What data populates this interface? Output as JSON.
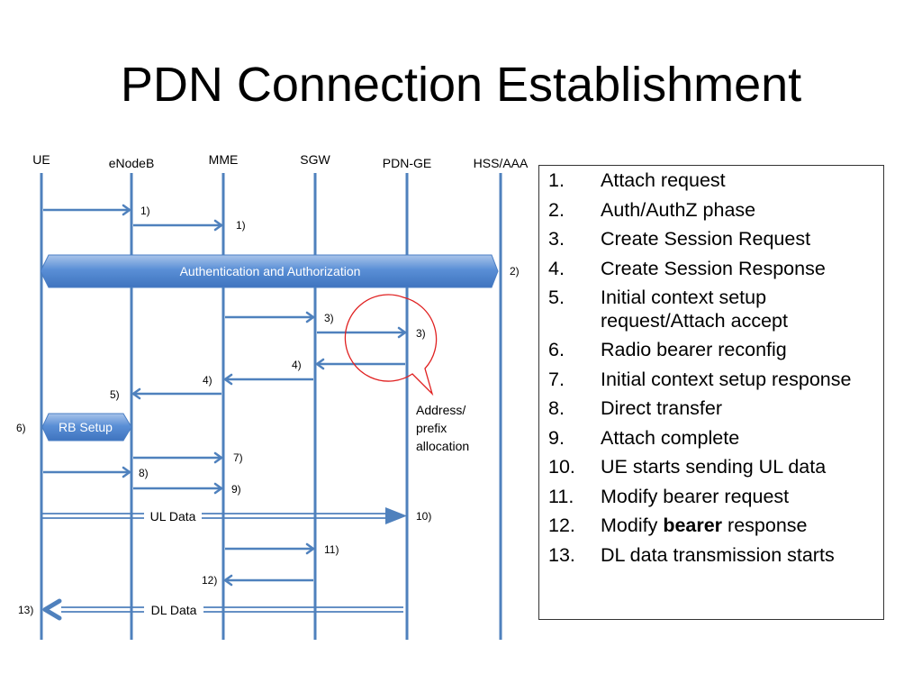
{
  "title": "PDN Connection Establishment",
  "entities": [
    "UE",
    "eNodeB",
    "MME",
    "SGW",
    "PDN-GE",
    "HSS/AAA"
  ],
  "band_auth": "Authentication and Authorization",
  "band_rb": "RB Setup",
  "messages": [
    {
      "label": "1)",
      "from": 0,
      "to": 1
    },
    {
      "label": "1)",
      "from": 1,
      "to": 2
    },
    {
      "label": "2)"
    },
    {
      "label": "3)",
      "from": 2,
      "to": 3
    },
    {
      "label": "3)",
      "from": 3,
      "to": 4
    },
    {
      "label": "4)",
      "from": 4,
      "to": 3
    },
    {
      "label": "4)",
      "from": 3,
      "to": 2
    },
    {
      "label": "5)",
      "from": 2,
      "to": 1
    },
    {
      "label": "6)"
    },
    {
      "label": "7)",
      "from": 1,
      "to": 2
    },
    {
      "label": "8)",
      "from": 0,
      "to": 1
    },
    {
      "label": "9)",
      "from": 1,
      "to": 2
    },
    {
      "label": "10)",
      "from": 0,
      "to": 4
    },
    {
      "label": "11)",
      "from": 2,
      "to": 3
    },
    {
      "label": "12)",
      "from": 3,
      "to": 2
    },
    {
      "label": "13)",
      "from": 4,
      "to": 0
    }
  ],
  "ul_data": "UL Data",
  "dl_data": "DL Data",
  "callout": [
    "Address/",
    "prefix",
    "allocation"
  ],
  "colors": {
    "line": "#4f81bd",
    "band": "#4f81bd",
    "callout": "#e02020"
  },
  "legend": [
    {
      "num": "1.",
      "text": "Attach request"
    },
    {
      "num": "2.",
      "text": "Auth/AuthZ phase"
    },
    {
      "num": "3.",
      "text": "Create Session Request"
    },
    {
      "num": "4.",
      "text": "Create Session Response"
    },
    {
      "num": "5.",
      "text": "Initial context setup request/Attach accept"
    },
    {
      "num": "6.",
      "text": "Radio bearer reconfig"
    },
    {
      "num": "7.",
      "text": "Initial context setup response"
    },
    {
      "num": "8.",
      "text": "Direct transfer"
    },
    {
      "num": "9.",
      "text": "Attach complete"
    },
    {
      "num": "10.",
      "text": "UE starts sending UL data"
    },
    {
      "num": "11.",
      "text": "Modify bearer request"
    },
    {
      "num": "12.",
      "text_pre": "Modify ",
      "text_bold": "bearer",
      "text_post": " response"
    },
    {
      "num": "13.",
      "text": "DL data transmission starts"
    }
  ]
}
